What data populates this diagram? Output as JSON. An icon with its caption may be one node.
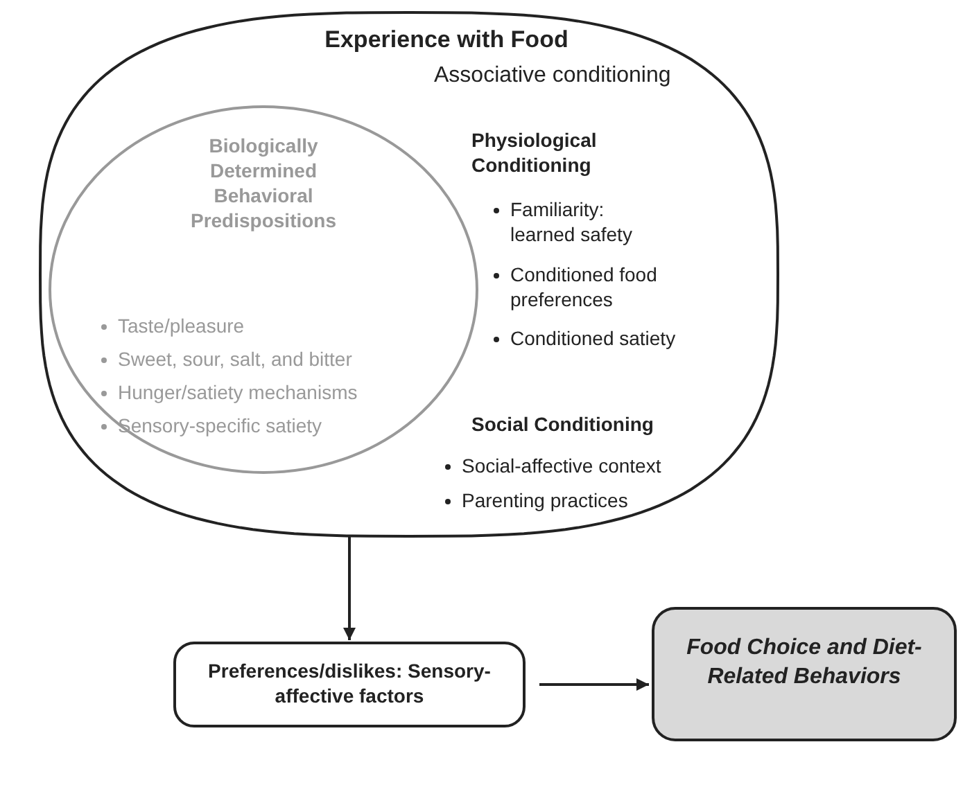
{
  "diagram": {
    "nodes": [
      {
        "text": [
          "Experience with Food",
          "Associative conditioning",
          "Physiological Conditioning",
          "Familiarity: learned safety",
          "Conditioned food preferences",
          "Conditioned satiety",
          "Social Conditioning",
          "Social-affective context",
          "Parenting practices"
        ]
      },
      {
        "text": [
          "Biologically Determined Behavioral Predispositions",
          "Taste/pleasure",
          "Sweet, sour, salt, and bitter",
          "Hunger/satiety mechanisms",
          "Sensory-specific satiety"
        ],
        "in": 0
      },
      {
        "text": [
          "Preferences/dislikes: Sensory-affective factors"
        ]
      },
      {
        "text": [
          "Food Choice and Diet-Related Behaviors"
        ]
      }
    ],
    "edges": [
      {
        "from": 0,
        "to": 2,
        "arrow": "to"
      },
      {
        "from": 2,
        "to": 3,
        "arrow": "to"
      }
    ]
  }
}
